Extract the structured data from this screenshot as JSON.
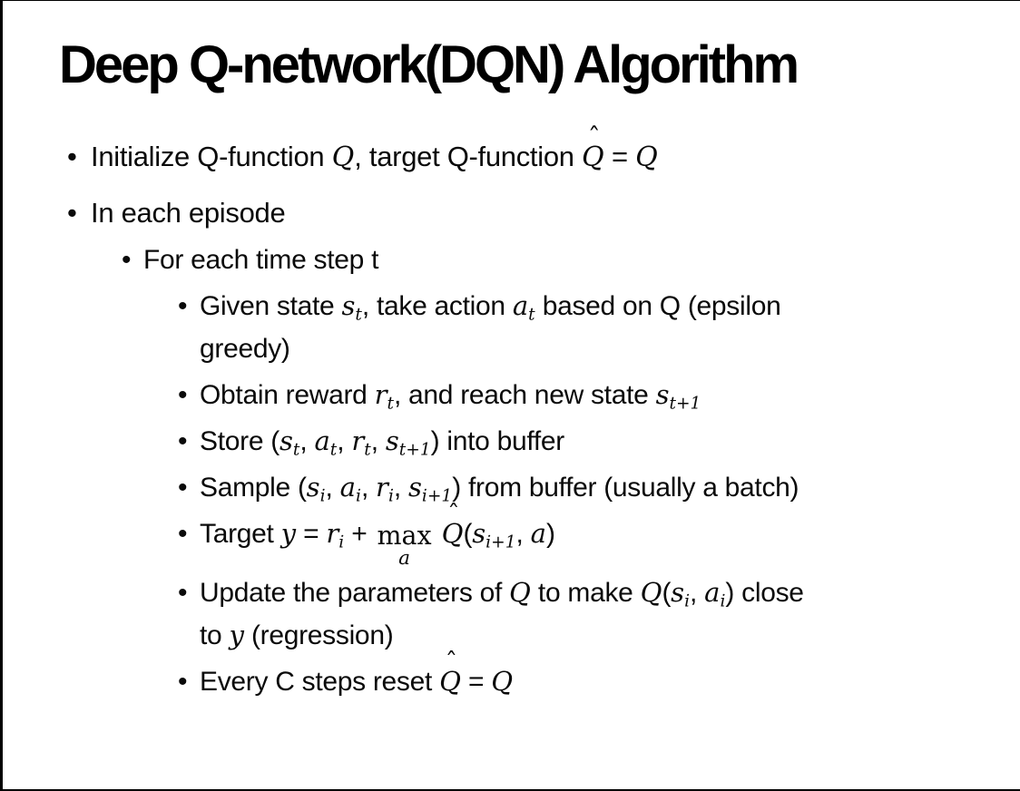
{
  "slide": {
    "title": "Deep Q-network(DQN) Algorithm",
    "bullet_char": "•",
    "hat_mark": "ˆ",
    "bullets": [
      {
        "level": 1,
        "segments": [
          {
            "t": "Initialize Q-function "
          },
          {
            "m": "Q"
          },
          {
            "t": ", target Q-function "
          },
          {
            "hat": "Q"
          },
          {
            "t": " = "
          },
          {
            "m": "Q"
          }
        ]
      },
      {
        "level": 1,
        "segments": [
          {
            "t": "In each episode"
          }
        ]
      },
      {
        "level": 2,
        "segments": [
          {
            "t": "For each time step t"
          }
        ]
      },
      {
        "level": 3,
        "segments": [
          {
            "t": "Given state "
          },
          {
            "m": "s"
          },
          {
            "sub": "t"
          },
          {
            "t": ", take action "
          },
          {
            "m": "a"
          },
          {
            "sub": "t"
          },
          {
            "t": " based on Q (epsilon"
          },
          {
            "br": true
          },
          {
            "t": "greedy)"
          }
        ]
      },
      {
        "level": 3,
        "segments": [
          {
            "t": "Obtain reward "
          },
          {
            "m": "r"
          },
          {
            "sub": "t"
          },
          {
            "t": ", and reach new state "
          },
          {
            "m": "s"
          },
          {
            "sub": "t+1"
          }
        ]
      },
      {
        "level": 3,
        "segments": [
          {
            "t": "Store ("
          },
          {
            "m": "s"
          },
          {
            "sub": "t"
          },
          {
            "t": ", "
          },
          {
            "m": "a"
          },
          {
            "sub": "t"
          },
          {
            "t": ", "
          },
          {
            "m": "r"
          },
          {
            "sub": "t"
          },
          {
            "t": ", "
          },
          {
            "m": "s"
          },
          {
            "sub": "t+1"
          },
          {
            "t": ") into buffer"
          }
        ]
      },
      {
        "level": 3,
        "segments": [
          {
            "t": "Sample ("
          },
          {
            "m": "s"
          },
          {
            "sub": "i"
          },
          {
            "t": ", "
          },
          {
            "m": "a"
          },
          {
            "sub": "i"
          },
          {
            "t": ", "
          },
          {
            "m": "r"
          },
          {
            "sub": "i"
          },
          {
            "t": ", "
          },
          {
            "m": "s"
          },
          {
            "sub": "i+1"
          },
          {
            "t": ") from buffer (usually a batch)"
          }
        ]
      },
      {
        "level": 3,
        "segments": [
          {
            "t": "Target "
          },
          {
            "m": "y"
          },
          {
            "t": " = "
          },
          {
            "m": "r"
          },
          {
            "sub": "i"
          },
          {
            "t": " + "
          },
          {
            "op": "max",
            "under": "a"
          },
          {
            "t": " "
          },
          {
            "hat": "Q"
          },
          {
            "t": "("
          },
          {
            "m": "s"
          },
          {
            "sub": "i+1"
          },
          {
            "t": ", "
          },
          {
            "m": "a"
          },
          {
            "t": ")"
          }
        ]
      },
      {
        "level": 3,
        "segments": [
          {
            "t": "Update the parameters of "
          },
          {
            "m": "Q"
          },
          {
            "t": " to make "
          },
          {
            "m": "Q"
          },
          {
            "t": "("
          },
          {
            "m": "s"
          },
          {
            "sub": "i"
          },
          {
            "t": ", "
          },
          {
            "m": "a"
          },
          {
            "sub": "i"
          },
          {
            "t": ") close"
          },
          {
            "br": true
          },
          {
            "t": "to "
          },
          {
            "m": "y"
          },
          {
            "t": " (regression)"
          }
        ]
      },
      {
        "level": 3,
        "segments": [
          {
            "t": "Every C steps reset "
          },
          {
            "hat": "Q"
          },
          {
            "t": " = "
          },
          {
            "m": "Q"
          }
        ]
      }
    ]
  }
}
